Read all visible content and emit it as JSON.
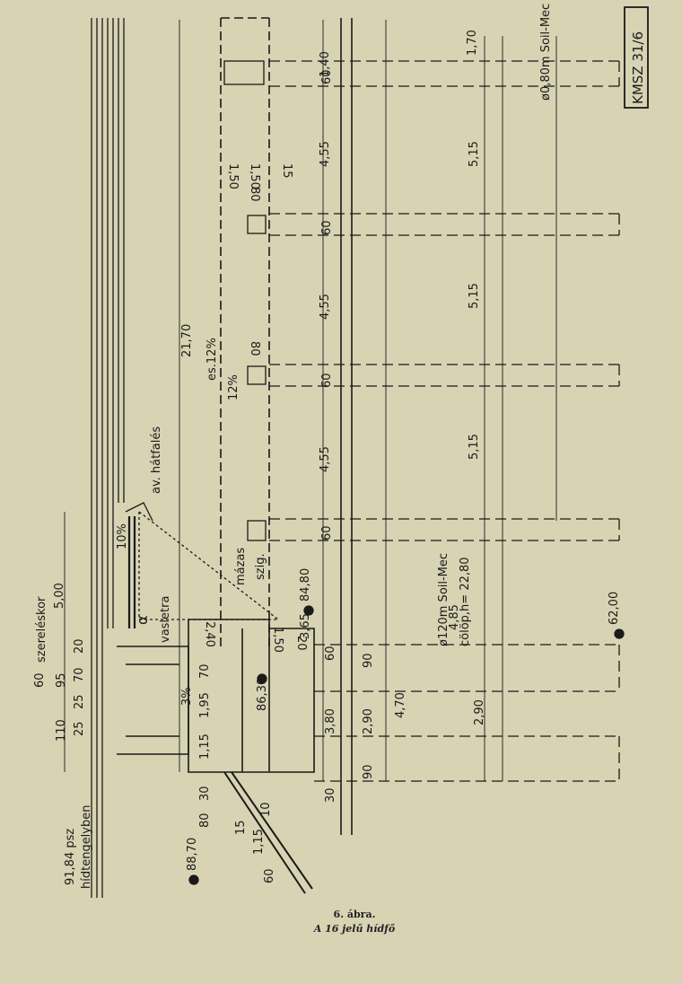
{
  "figure": {
    "number_label": "6. ábra.",
    "title": "A 16 jelű hídfő"
  },
  "stamp": "KMSZ 31/6",
  "notes": {
    "pile_small": "ø0,80m Soil-Mec cölöp",
    "pile_large_1": "ø120m Soil-Mec",
    "pile_large_2": "cölöp,h= 22,80",
    "elev_bridge_axis": "91,84 psz",
    "elev_bridge_axis_2": "hídtengelyben",
    "assembly_joint": "szereléskor",
    "backfill": "av. hátfalés",
    "slope_1": "es.12%",
    "slope_2": "12%",
    "slope_3": "10%",
    "slope_4": "3%",
    "slab": "vasletra",
    "clay_1": "mázas",
    "clay_2": "szig.",
    "alpha": "α"
  },
  "dimensions": {
    "total_width": "21,70",
    "d_140": "1,40",
    "d_170": "1,70",
    "d_60a": "60",
    "d_455a": "4,55",
    "d_515a": "5,15",
    "d_150a": "1,50",
    "d_150b": "1,50",
    "d_15": "15",
    "d_80a": "80",
    "d_60b": "60",
    "d_455b": "4,55",
    "d_515b": "5,15",
    "d_80b": "80",
    "d_60c": "60",
    "d_455c": "4,55",
    "d_515c": "5,15",
    "d_60d": "60",
    "d_500": "5,00",
    "d_60e": "60",
    "d_95": "95",
    "d_70a": "70",
    "d_20a": "20",
    "d_110": "110",
    "d_25a": "25",
    "d_25b": "25",
    "d_240": "2,40",
    "d_150c": "1,50",
    "d_20b": "20",
    "d_365": "3,65",
    "d_70b": "70",
    "d_195": "1,95",
    "d_115a": "1,15",
    "d_90a": "90",
    "d_60f": "60",
    "d_485": "4,85",
    "d_380": "3,80",
    "d_290a": "2,90",
    "d_470": "4,70",
    "d_290b": "2,90",
    "d_90b": "90",
    "d_30a": "30",
    "d_30b": "30",
    "d_80c": "80",
    "d_15b": "15",
    "d_10": "10",
    "d_115b": "1,15",
    "d_60g": "60"
  },
  "elevations": {
    "e_8480": "84,80",
    "e_8630": "86,30",
    "e_6200": "62,00",
    "e_8870": "88,70"
  }
}
